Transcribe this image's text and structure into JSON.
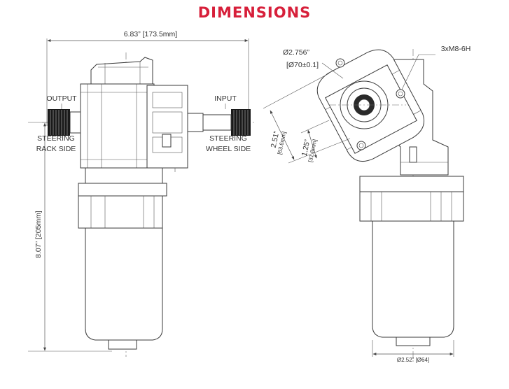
{
  "title": "DIMENSIONS",
  "colors": {
    "title": "#d71f3a",
    "line": "#3a3a3a",
    "spline": "#1a1a1a"
  },
  "labels": {
    "width": "6.83”  [173.5mm]",
    "height": "8.07” [205mm]",
    "output": "OUTPUT",
    "input": "INPUT",
    "steering_rack_1": "STEERING",
    "steering_rack_2": "RACK SIDE",
    "steering_wheel_1": "STEERING",
    "steering_wheel_2": "WHEEL SIDE",
    "flange_dia": "Ø2.756”",
    "flange_dia_mm": "[Ø70±0.1]",
    "bolts": "3xM8-6H",
    "dim_251": "2.51”",
    "dim_251_mm": "[63.6mm]",
    "dim_125": "1.25”",
    "dim_125_mm": "[31.8mm]",
    "motor_dia": "Ø2.52” [Ø64]"
  }
}
